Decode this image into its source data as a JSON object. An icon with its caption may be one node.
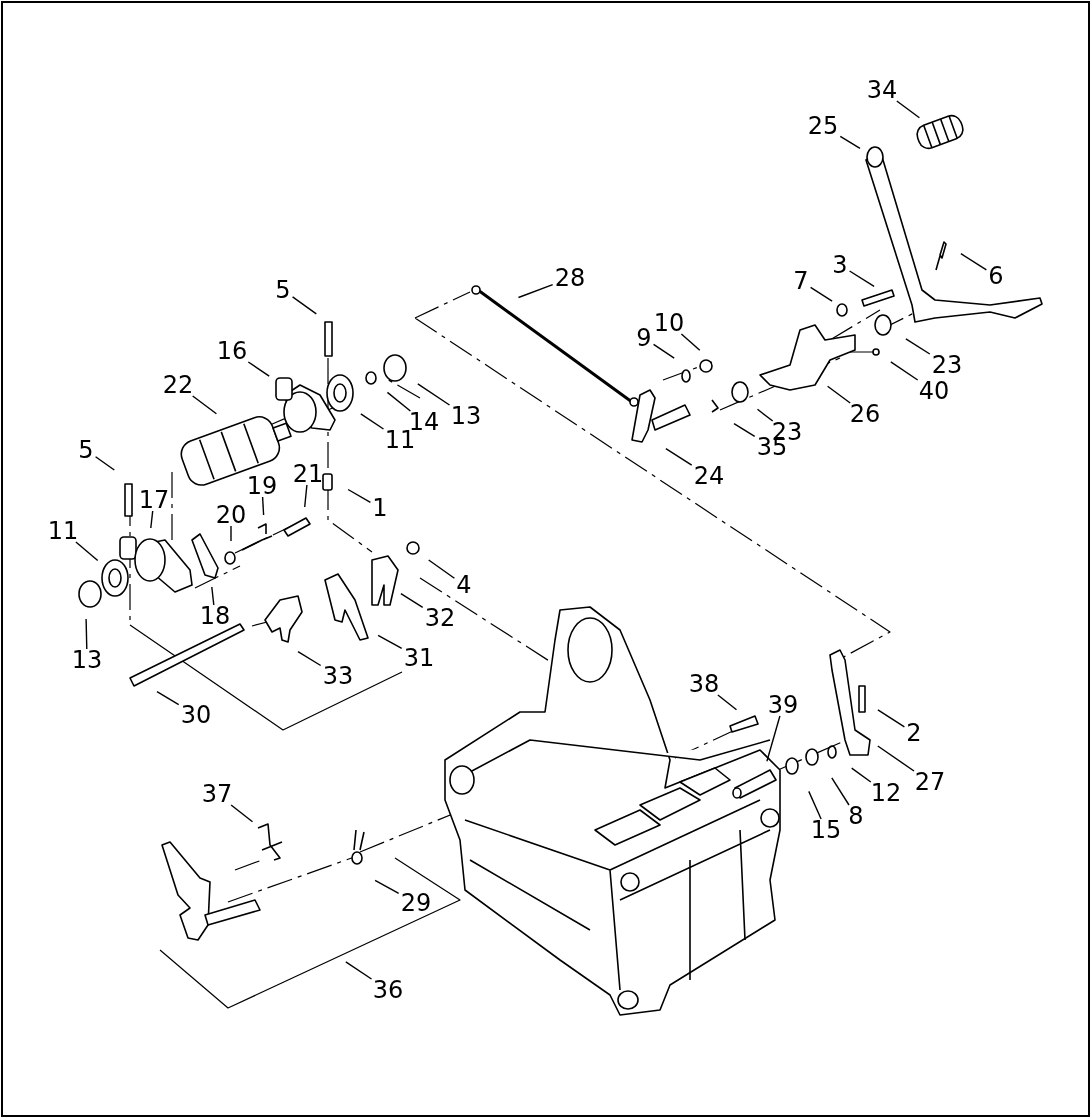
{
  "diagram": {
    "nodes": [
      {
        "text": [
          "34"
        ]
      },
      {
        "text": [
          "25"
        ]
      },
      {
        "text": [
          "3"
        ]
      },
      {
        "text": [
          "6"
        ]
      },
      {
        "text": [
          "7"
        ]
      },
      {
        "text": [
          "28"
        ]
      },
      {
        "text": [
          "5"
        ]
      },
      {
        "text": [
          "10"
        ]
      },
      {
        "text": [
          "9"
        ]
      },
      {
        "text": [
          "16"
        ]
      },
      {
        "text": [
          "23"
        ]
      },
      {
        "text": [
          "40"
        ]
      },
      {
        "text": [
          "22"
        ]
      },
      {
        "text": [
          "13"
        ]
      },
      {
        "text": [
          "14"
        ]
      },
      {
        "text": [
          "11"
        ]
      },
      {
        "text": [
          "26"
        ]
      },
      {
        "text": [
          "23"
        ]
      },
      {
        "text": [
          "35"
        ]
      },
      {
        "text": [
          "5"
        ]
      },
      {
        "text": [
          "24"
        ]
      },
      {
        "text": [
          "21"
        ]
      },
      {
        "text": [
          "19"
        ]
      },
      {
        "text": [
          "17"
        ]
      },
      {
        "text": [
          "1"
        ]
      },
      {
        "text": [
          "20"
        ]
      },
      {
        "text": [
          "11"
        ]
      },
      {
        "text": [
          "4"
        ]
      },
      {
        "text": [
          "18"
        ]
      },
      {
        "text": [
          "32"
        ]
      },
      {
        "text": [
          "31"
        ]
      },
      {
        "text": [
          "13"
        ]
      },
      {
        "text": [
          "33"
        ]
      },
      {
        "text": [
          "38"
        ]
      },
      {
        "text": [
          "39"
        ]
      },
      {
        "text": [
          "30"
        ]
      },
      {
        "text": [
          "2"
        ]
      },
      {
        "text": [
          "27"
        ]
      },
      {
        "text": [
          "12"
        ]
      },
      {
        "text": [
          "37"
        ]
      },
      {
        "text": [
          "8"
        ]
      },
      {
        "text": [
          "15"
        ]
      },
      {
        "text": [
          "29"
        ]
      },
      {
        "text": [
          "36"
        ]
      }
    ],
    "edges": [
      {
        "from": 0,
        "to": null,
        "arrow": "none"
      },
      {
        "from": 1,
        "to": null,
        "arrow": "none"
      },
      {
        "from": 2,
        "to": null,
        "arrow": "none"
      },
      {
        "from": 3,
        "to": null,
        "arrow": "none"
      },
      {
        "from": 4,
        "to": null,
        "arrow": "none"
      },
      {
        "from": 5,
        "to": null,
        "arrow": "none"
      },
      {
        "from": 6,
        "to": null,
        "arrow": "none"
      },
      {
        "from": 7,
        "to": null,
        "arrow": "none"
      },
      {
        "from": 8,
        "to": null,
        "arrow": "none"
      },
      {
        "from": 9,
        "to": null,
        "arrow": "none"
      },
      {
        "from": 10,
        "to": null,
        "arrow": "none"
      },
      {
        "from": 11,
        "to": null,
        "arrow": "none"
      },
      {
        "from": 12,
        "to": null,
        "arrow": "none"
      },
      {
        "from": 13,
        "to": null,
        "arrow": "none"
      },
      {
        "from": 14,
        "to": null,
        "arrow": "none"
      },
      {
        "from": 15,
        "to": null,
        "arrow": "none"
      },
      {
        "from": 16,
        "to": null,
        "arrow": "none"
      },
      {
        "from": 17,
        "to": null,
        "arrow": "none"
      },
      {
        "from": 18,
        "to": null,
        "arrow": "none"
      },
      {
        "from": 19,
        "to": null,
        "arrow": "none"
      },
      {
        "from": 20,
        "to": null,
        "arrow": "none"
      },
      {
        "from": 21,
        "to": null,
        "arrow": "none"
      },
      {
        "from": 22,
        "to": null,
        "arrow": "none"
      },
      {
        "from": 23,
        "to": null,
        "arrow": "none"
      },
      {
        "from": 24,
        "to": null,
        "arrow": "none"
      },
      {
        "from": 25,
        "to": null,
        "arrow": "none"
      },
      {
        "from": 26,
        "to": null,
        "arrow": "none"
      },
      {
        "from": 27,
        "to": null,
        "arrow": "none"
      },
      {
        "from": 28,
        "to": null,
        "arrow": "none"
      },
      {
        "from": 29,
        "to": null,
        "arrow": "none"
      },
      {
        "from": 30,
        "to": null,
        "arrow": "none"
      },
      {
        "from": 31,
        "to": null,
        "arrow": "none"
      },
      {
        "from": 32,
        "to": null,
        "arrow": "none"
      },
      {
        "from": 33,
        "to": null,
        "arrow": "none"
      },
      {
        "from": 34,
        "to": null,
        "arrow": "none"
      },
      {
        "from": 35,
        "to": null,
        "arrow": "none"
      },
      {
        "from": 36,
        "to": null,
        "arrow": "none"
      },
      {
        "from": 37,
        "to": null,
        "arrow": "none"
      },
      {
        "from": 38,
        "to": null,
        "arrow": "none"
      },
      {
        "from": 39,
        "to": null,
        "arrow": "none"
      },
      {
        "from": 40,
        "to": null,
        "arrow": "none"
      },
      {
        "from": 41,
        "to": null,
        "arrow": "none"
      },
      {
        "from": 42,
        "to": null,
        "arrow": "none"
      },
      {
        "from": 43,
        "to": null,
        "arrow": "none"
      }
    ]
  }
}
